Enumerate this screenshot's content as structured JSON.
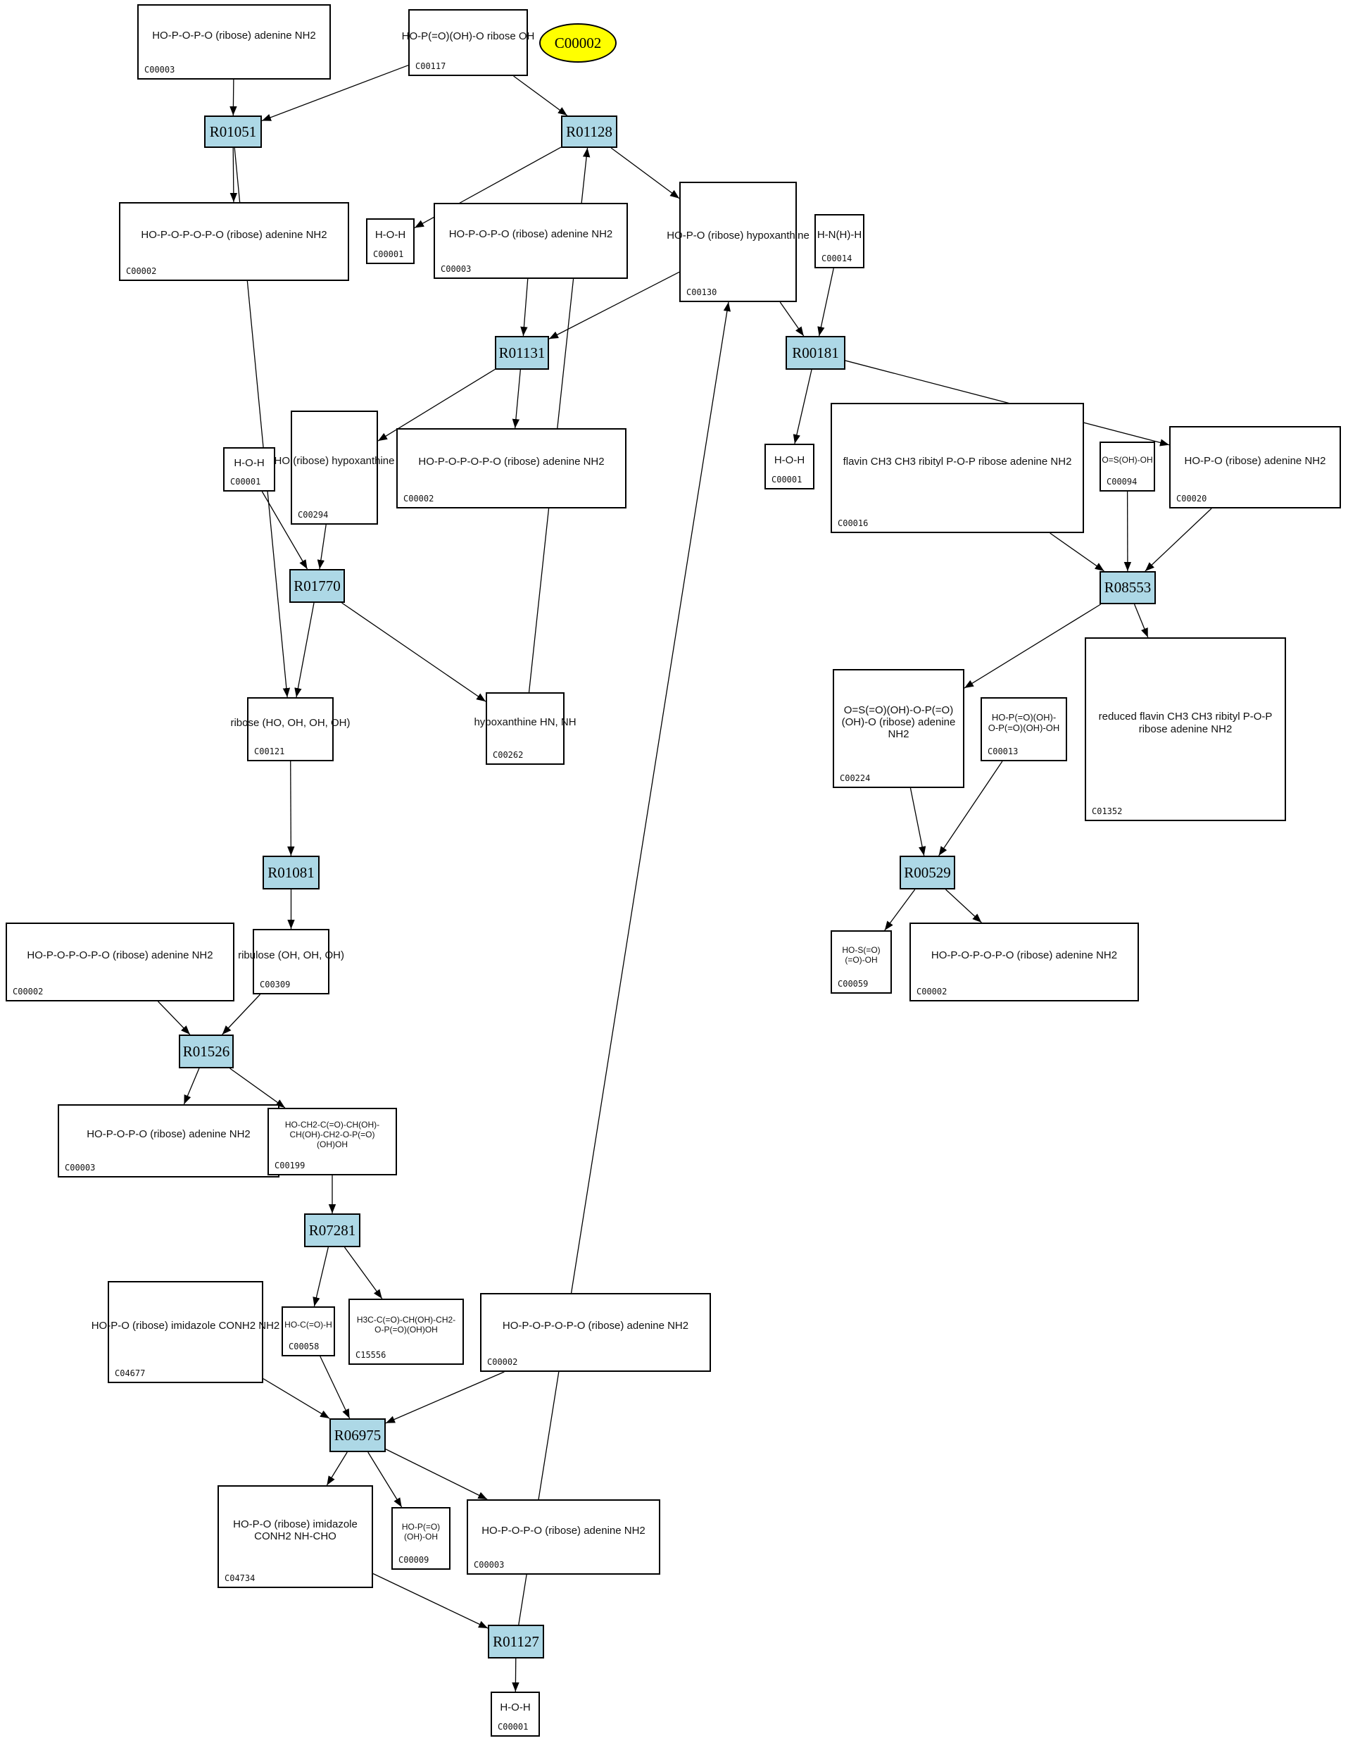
{
  "highlight": {
    "label": "C00002",
    "color": "#ffff00"
  },
  "colors": {
    "reaction_fill": "#add8e6",
    "compound_fill": "#ffffff",
    "edge": "#000000"
  },
  "reactions": [
    {
      "id": "r1",
      "label": "R01051"
    },
    {
      "id": "r2",
      "label": "R01128"
    },
    {
      "id": "r3",
      "label": "R01131"
    },
    {
      "id": "r4",
      "label": "R00181"
    },
    {
      "id": "r5",
      "label": "R01770"
    },
    {
      "id": "r6",
      "label": "R01081"
    },
    {
      "id": "r7",
      "label": "R01526"
    },
    {
      "id": "r8",
      "label": "R07281"
    },
    {
      "id": "r9",
      "label": "R06975"
    },
    {
      "id": "r10",
      "label": "R01127"
    },
    {
      "id": "r11",
      "label": "R08553"
    },
    {
      "id": "r12",
      "label": "R00529"
    }
  ],
  "compounds": [
    {
      "id": "c1",
      "label": "C00003",
      "structure": "HO-P-O-P-O (ribose) adenine NH2"
    },
    {
      "id": "c2",
      "label": "C00117",
      "structure": "HO-P(=O)(OH)-O ribose OH"
    },
    {
      "id": "c3",
      "label": "C00002",
      "structure": "HO-P-O-P-O-P-O (ribose) adenine NH2"
    },
    {
      "id": "c4",
      "label": "C00001",
      "structure": "H-O-H"
    },
    {
      "id": "c5",
      "label": "C00003",
      "structure": "HO-P-O-P-O (ribose) adenine NH2"
    },
    {
      "id": "c6",
      "label": "C00130",
      "structure": "HO-P-O (ribose) hypoxanthine"
    },
    {
      "id": "c7",
      "label": "C00014",
      "structure": "H-N(H)-H"
    },
    {
      "id": "c8",
      "label": "C00294",
      "structure": "HO (ribose) hypoxanthine"
    },
    {
      "id": "c9",
      "label": "C00002",
      "structure": "HO-P-O-P-O-P-O (ribose) adenine NH2"
    },
    {
      "id": "c10",
      "label": "C00001",
      "structure": "H-O-H"
    },
    {
      "id": "c11",
      "label": "C00121",
      "structure": "ribose (HO, OH, OH, OH)"
    },
    {
      "id": "c12",
      "label": "C00262",
      "structure": "hypoxanthine HN, NH"
    },
    {
      "id": "c13",
      "label": "C00002",
      "structure": "HO-P-O-P-O-P-O (ribose) adenine NH2"
    },
    {
      "id": "c14",
      "label": "C00309",
      "structure": "ribulose (OH, OH, OH)"
    },
    {
      "id": "c15",
      "label": "C00003",
      "structure": "HO-P-O-P-O (ribose) adenine NH2"
    },
    {
      "id": "c16",
      "label": "C00199",
      "structure": "HO-CH2-C(=O)-CH(OH)-CH(OH)-CH2-O-P(=O)(OH)OH"
    },
    {
      "id": "c17",
      "label": "C04677",
      "structure": "HO-P-O (ribose) imidazole CONH2 NH2"
    },
    {
      "id": "c18",
      "label": "C00058",
      "structure": "HO-C(=O)-H"
    },
    {
      "id": "c19",
      "label": "C15556",
      "structure": "H3C-C(=O)-CH(OH)-CH2-O-P(=O)(OH)OH"
    },
    {
      "id": "c20",
      "label": "C00002",
      "structure": "HO-P-O-P-O-P-O (ribose) adenine NH2"
    },
    {
      "id": "c21",
      "label": "C04734",
      "structure": "HO-P-O (ribose) imidazole CONH2 NH-CHO"
    },
    {
      "id": "c22",
      "label": "C00009",
      "structure": "HO-P(=O)(OH)-OH"
    },
    {
      "id": "c23",
      "label": "C00003",
      "structure": "HO-P-O-P-O (ribose) adenine NH2"
    },
    {
      "id": "c24",
      "label": "C00001",
      "structure": "H-O-H"
    },
    {
      "id": "c25",
      "label": "C00001",
      "structure": "H-O-H"
    },
    {
      "id": "c26",
      "label": "C00016",
      "structure": "flavin CH3 CH3 ribityl P-O-P ribose adenine NH2"
    },
    {
      "id": "c27",
      "label": "C00094",
      "structure": "O=S(OH)-OH"
    },
    {
      "id": "c28",
      "label": "C00020",
      "structure": "HO-P-O (ribose) adenine NH2"
    },
    {
      "id": "c29",
      "label": "C00224",
      "structure": "O=S(=O)(OH)-O-P(=O)(OH)-O (ribose) adenine NH2"
    },
    {
      "id": "c30",
      "label": "C00013",
      "structure": "HO-P(=O)(OH)-O-P(=O)(OH)-OH"
    },
    {
      "id": "c31",
      "label": "C01352",
      "structure": "reduced flavin CH3 CH3 ribityl P-O-P ribose adenine NH2"
    },
    {
      "id": "c32",
      "label": "C00059",
      "structure": "HO-S(=O)(=O)-OH"
    },
    {
      "id": "c33",
      "label": "C00002",
      "structure": "HO-P-O-P-O-P-O (ribose) adenine NH2"
    }
  ],
  "edges": [
    [
      "c1",
      "r1"
    ],
    [
      "c2",
      "r1"
    ],
    [
      "c2",
      "r2"
    ],
    [
      "r1",
      "c3"
    ],
    [
      "r1",
      "c11"
    ],
    [
      "r2",
      "c4"
    ],
    [
      "r2",
      "c6"
    ],
    [
      "c12",
      "r2"
    ],
    [
      "c5",
      "r3"
    ],
    [
      "c6",
      "r3"
    ],
    [
      "r3",
      "c8"
    ],
    [
      "r3",
      "c9"
    ],
    [
      "c6",
      "r4"
    ],
    [
      "c7",
      "r4"
    ],
    [
      "r4",
      "c25"
    ],
    [
      "r4",
      "c28"
    ],
    [
      "c10",
      "r5"
    ],
    [
      "c8",
      "r5"
    ],
    [
      "r5",
      "c11"
    ],
    [
      "r5",
      "c12"
    ],
    [
      "c11",
      "r6"
    ],
    [
      "r6",
      "c14"
    ],
    [
      "c13",
      "r7"
    ],
    [
      "c14",
      "r7"
    ],
    [
      "r7",
      "c15"
    ],
    [
      "r7",
      "c16"
    ],
    [
      "c16",
      "r8"
    ],
    [
      "r8",
      "c18"
    ],
    [
      "r8",
      "c19"
    ],
    [
      "c17",
      "r9"
    ],
    [
      "c18",
      "r9"
    ],
    [
      "c20",
      "r9"
    ],
    [
      "r9",
      "c21"
    ],
    [
      "r9",
      "c22"
    ],
    [
      "r9",
      "c23"
    ],
    [
      "c21",
      "r10"
    ],
    [
      "r10",
      "c24"
    ],
    [
      "r10",
      "c6"
    ],
    [
      "c26",
      "r11"
    ],
    [
      "c27",
      "r11"
    ],
    [
      "c28",
      "r11"
    ],
    [
      "r11",
      "c29"
    ],
    [
      "r11",
      "c31"
    ],
    [
      "c29",
      "r12"
    ],
    [
      "c30",
      "r12"
    ],
    [
      "r12",
      "c32"
    ],
    [
      "r12",
      "c33"
    ]
  ]
}
